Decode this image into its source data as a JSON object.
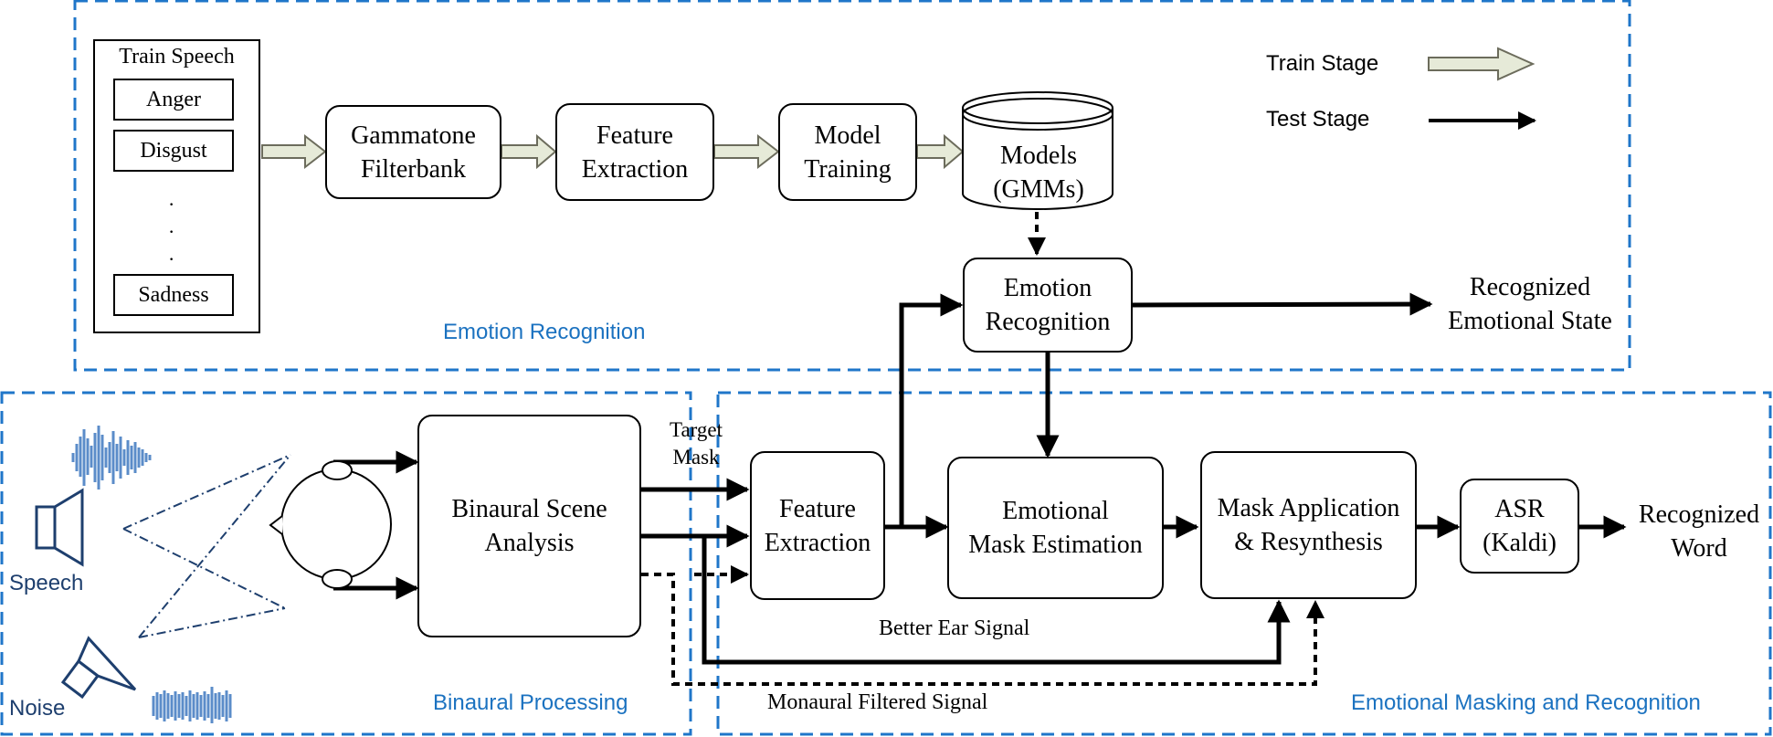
{
  "regions": {
    "emotion_recognition": "Emotion Recognition",
    "binaural_processing": "Binaural Processing",
    "emotional_masking": "Emotional Masking and Recognition"
  },
  "legend": {
    "train_stage": "Train Stage",
    "test_stage": "Test Stage"
  },
  "train_speech": {
    "title": "Train Speech",
    "items": [
      "Anger",
      "Disgust",
      "Sadness"
    ],
    "ellipsis": [
      "·",
      "·",
      "·"
    ]
  },
  "blocks": {
    "gammatone": [
      "Gammatone",
      "Filterbank"
    ],
    "feature_extraction_top": [
      "Feature",
      "Extraction"
    ],
    "model_training": [
      "Model",
      "Training"
    ],
    "models": [
      "Models",
      "(GMMs)"
    ],
    "emotion_recognition": [
      "Emotion",
      "Recognition"
    ],
    "binaural_scene": [
      "Binaural Scene",
      "Analysis"
    ],
    "feature_extraction_bottom": [
      "Feature",
      "Extraction"
    ],
    "mask_estimation": [
      "Emotional",
      "Mask Estimation"
    ],
    "mask_application": [
      "Mask Application",
      "& Resynthesis"
    ],
    "asr": [
      "ASR",
      "(Kaldi)"
    ]
  },
  "outputs": {
    "emotional_state": [
      "Recognized",
      "Emotional State"
    ],
    "word": [
      "Recognized",
      "Word"
    ]
  },
  "signals": {
    "target_mask": [
      "Target",
      "Mask"
    ],
    "better_ear": "Better Ear Signal",
    "monaural": "Monaural Filtered Signal"
  },
  "sources": {
    "speech": "Speech",
    "noise": "Noise"
  },
  "colors": {
    "region_border": "#1f76c9",
    "region_label": "#1b72c0",
    "train_arrow_fill": "#e6ead8",
    "icon_blue": "#1e3f6e",
    "wave_blue": "#5b8cc9"
  }
}
